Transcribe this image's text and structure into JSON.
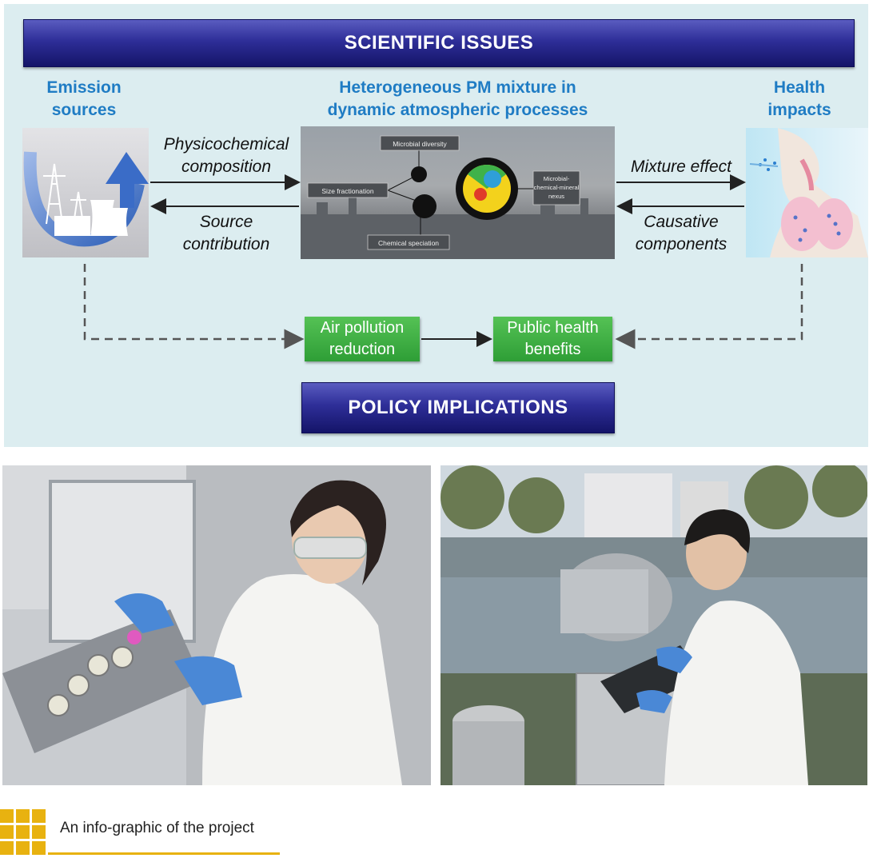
{
  "top_banner": "SCIENTIFIC ISSUES",
  "bottom_banner": "POLICY IMPLICATIONS",
  "headings": {
    "left": [
      "Emission",
      "sources"
    ],
    "center": [
      "Heterogeneous PM mixture in",
      "dynamic atmospheric processes"
    ],
    "right": [
      "Health",
      "impacts"
    ]
  },
  "arrow_labels": {
    "physicochemical": [
      "Physicochemical",
      "composition"
    ],
    "source": [
      "Source",
      "contribution"
    ],
    "mixture": "Mixture effect",
    "causative": [
      "Causative",
      "components"
    ]
  },
  "center_image_labels": {
    "microbial_diversity": "Microbial diversity",
    "size_fractionation": "Size fractionation",
    "chemical_speciation": "Chemical speciation",
    "nexus": [
      "Microbial-",
      "chemical-mineral",
      "nexus"
    ]
  },
  "green_boxes": {
    "air": [
      "Air pollution",
      "reduction"
    ],
    "public": [
      "Public health",
      "benefits"
    ]
  },
  "caption": "An info-graphic of the project",
  "colors": {
    "panel_bg": "#dcedf0",
    "heading_blue": "#1f7cc4",
    "banner_navy": "#2e2e98",
    "green_box": "#3aaa3a",
    "caption_accent": "#e8b210"
  }
}
